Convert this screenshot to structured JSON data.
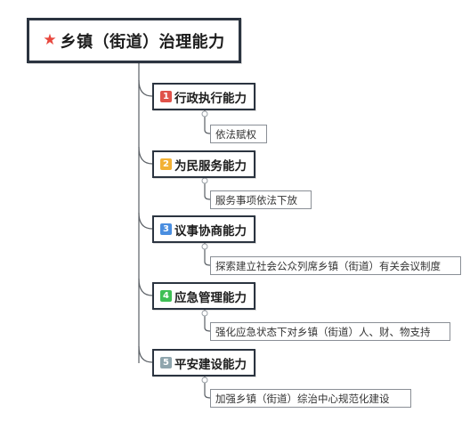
{
  "root": {
    "title": "乡镇（街道）治理能力",
    "icon": "star-icon",
    "icon_color": "#e8473d"
  },
  "branches": [
    {
      "num": "1",
      "label": "行政执行能力",
      "badge_color": "#e0524a",
      "children": [
        "依法赋权"
      ]
    },
    {
      "num": "2",
      "label": "为民服务能力",
      "badge_color": "#f2b134",
      "children": [
        "服务事项依法下放"
      ]
    },
    {
      "num": "3",
      "label": "议事协商能力",
      "badge_color": "#4a8ee0",
      "children": [
        "探索建立社会公众列席乡镇（街道）有关会议制度"
      ]
    },
    {
      "num": "4",
      "label": "应急管理能力",
      "badge_color": "#3fbf55",
      "children": [
        "强化应急状态下对乡镇（街道）人、财、物支持"
      ]
    },
    {
      "num": "5",
      "label": "平安建设能力",
      "badge_color": "#8fa5ad",
      "children": [
        "加强乡镇（街道）综治中心规范化建设"
      ]
    }
  ]
}
